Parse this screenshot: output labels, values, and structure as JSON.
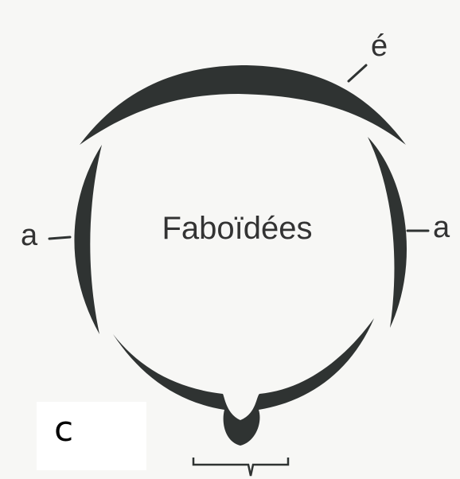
{
  "diagram": {
    "center_label": "Faboïdées",
    "label_top_right": "é",
    "label_left": "a",
    "label_right": "a",
    "panel_letter": "c"
  },
  "colors": {
    "ink": "#2f3332",
    "background": "#f7f7f5",
    "panel_box": "#ffffff"
  }
}
